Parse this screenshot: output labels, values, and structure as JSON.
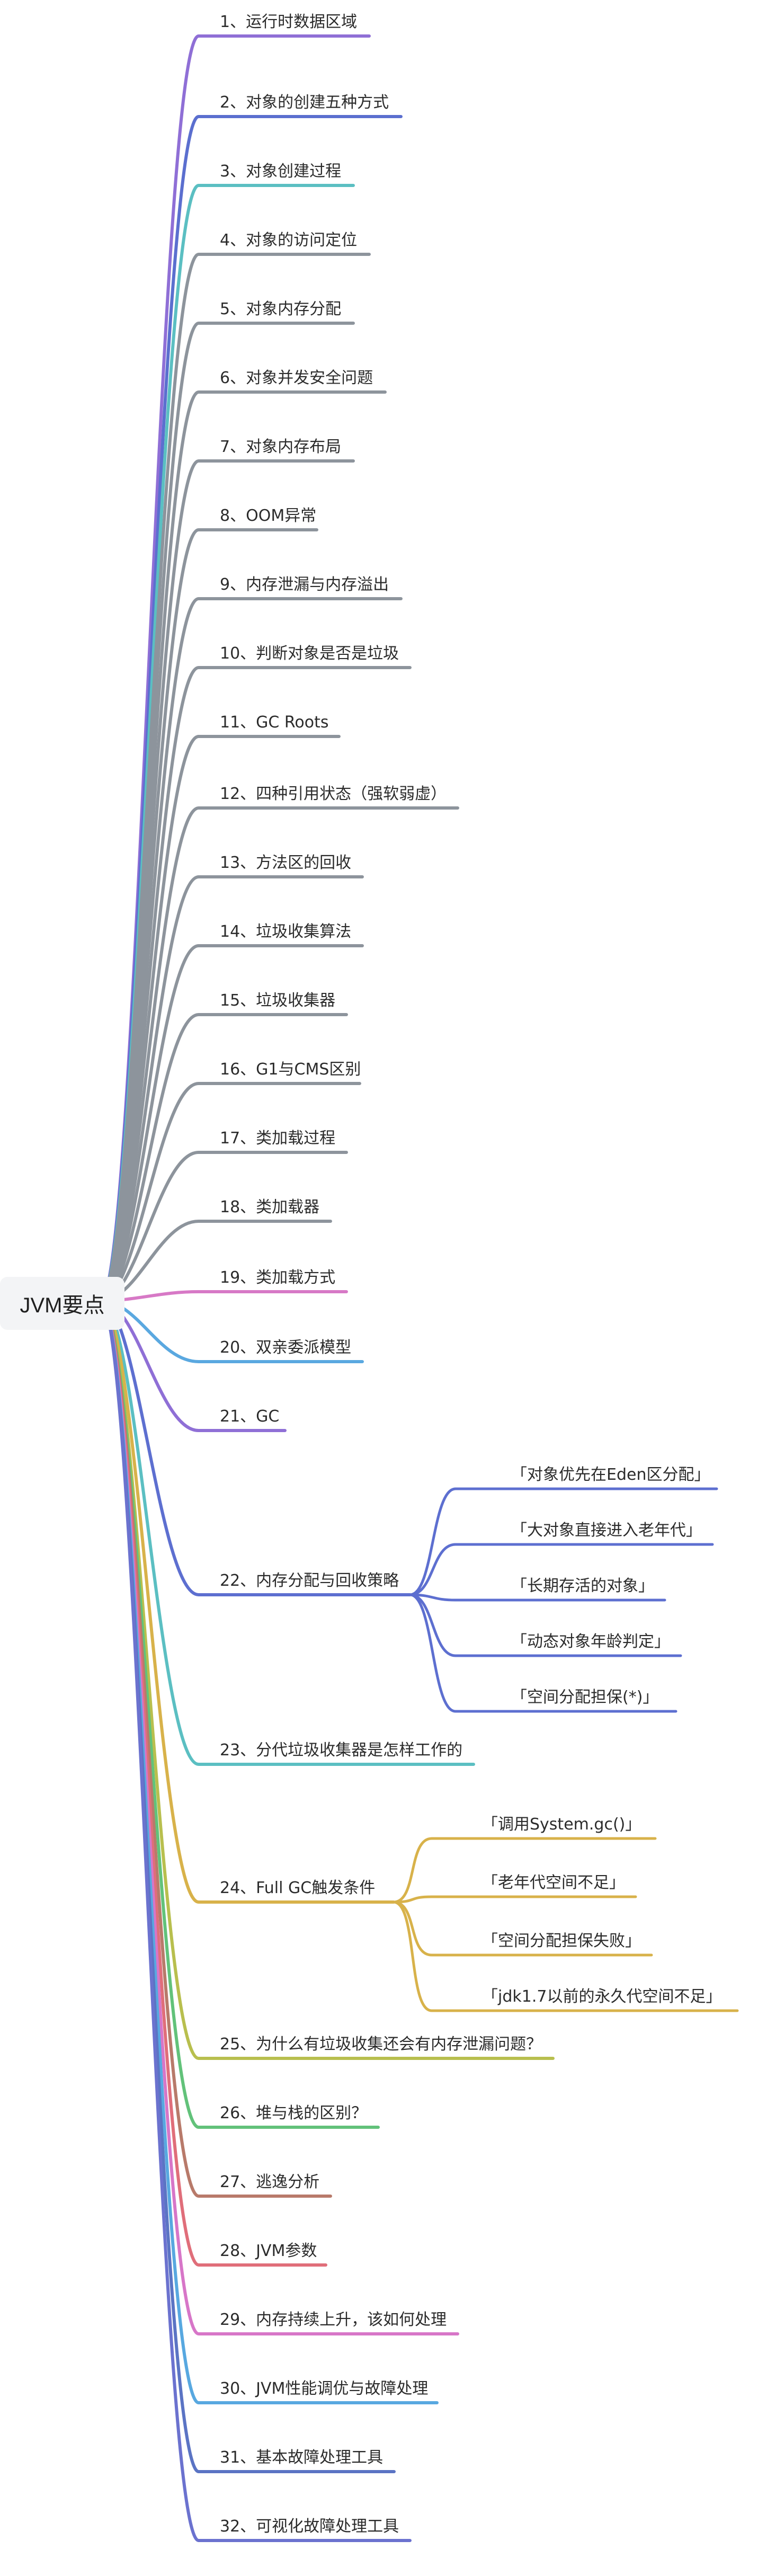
{
  "mindmap": {
    "root": {
      "label": "JVM要点"
    },
    "colors": {
      "purple": "#8f6fd6",
      "blue": "#5b6fcf",
      "teal": "#5bbfc2",
      "gray": "#8d949c",
      "pink": "#d779c6",
      "skyblue": "#5aa8e0",
      "navy": "#5d6fd0",
      "gold": "#d8b24a",
      "olive": "#b8bf4e",
      "green": "#62c27a",
      "brown": "#b87a6a",
      "red": "#e06e7a",
      "magenta": "#d776c8",
      "lightblue": "#58a8e0",
      "steel": "#5b74c4",
      "indigo": "#6b72cf"
    },
    "branches": [
      {
        "label": "1、运行时数据区域",
        "color": "purple",
        "children": []
      },
      {
        "label": "2、对象的创建五种方式",
        "color": "blue",
        "children": []
      },
      {
        "label": "3、对象创建过程",
        "color": "teal",
        "children": []
      },
      {
        "label": "4、对象的访问定位",
        "color": "gray",
        "children": []
      },
      {
        "label": "5、对象内存分配",
        "color": "gray",
        "children": []
      },
      {
        "label": "6、对象并发安全问题",
        "color": "gray",
        "children": []
      },
      {
        "label": "7、对象内存布局",
        "color": "gray",
        "children": []
      },
      {
        "label": "8、OOM异常",
        "color": "gray",
        "children": []
      },
      {
        "label": "9、内存泄漏与内存溢出",
        "color": "gray",
        "children": []
      },
      {
        "label": "10、判断对象是否是垃圾",
        "color": "gray",
        "children": []
      },
      {
        "label": "11、GC Roots",
        "color": "gray",
        "children": []
      },
      {
        "label": "12、四种引用状态（强软弱虚）",
        "color": "gray",
        "children": []
      },
      {
        "label": "13、方法区的回收",
        "color": "gray",
        "children": []
      },
      {
        "label": "14、垃圾收集算法",
        "color": "gray",
        "children": []
      },
      {
        "label": "15、垃圾收集器",
        "color": "gray",
        "children": []
      },
      {
        "label": "16、G1与CMS区别",
        "color": "gray",
        "children": []
      },
      {
        "label": "17、类加载过程",
        "color": "gray",
        "children": []
      },
      {
        "label": "18、类加载器",
        "color": "gray",
        "children": []
      },
      {
        "label": "19、类加载方式",
        "color": "pink",
        "children": []
      },
      {
        "label": "20、双亲委派模型",
        "color": "skyblue",
        "children": []
      },
      {
        "label": "21、GC",
        "color": "purple",
        "children": []
      },
      {
        "label": "22、内存分配与回收策略",
        "color": "navy",
        "children": [
          {
            "label": "「对象优先在Eden区分配」"
          },
          {
            "label": "「大对象直接进入老年代」"
          },
          {
            "label": "「长期存活的对象」"
          },
          {
            "label": "「动态对象年龄判定」"
          },
          {
            "label": "「空间分配担保(*)」"
          }
        ]
      },
      {
        "label": "23、分代垃圾收集器是怎样工作的",
        "color": "teal",
        "children": []
      },
      {
        "label": "24、Full GC触发条件",
        "color": "gold",
        "children": [
          {
            "label": "「调用System.gc()」"
          },
          {
            "label": "「老年代空间不足」"
          },
          {
            "label": "「空间分配担保失败」"
          },
          {
            "label": "「jdk1.7以前的永久代空间不足」"
          }
        ]
      },
      {
        "label": "25、为什么有垃圾收集还会有内存泄漏问题？",
        "color": "olive",
        "children": []
      },
      {
        "label": "26、堆与栈的区别？",
        "color": "green",
        "children": []
      },
      {
        "label": "27、逃逸分析",
        "color": "brown",
        "children": []
      },
      {
        "label": "28、JVM参数",
        "color": "red",
        "children": []
      },
      {
        "label": "29、内存持续上升，该如何处理",
        "color": "magenta",
        "children": []
      },
      {
        "label": "30、JVM性能调优与故障处理",
        "color": "lightblue",
        "children": []
      },
      {
        "label": "31、基本故障处理工具",
        "color": "steel",
        "children": []
      },
      {
        "label": "32、可视化故障处理工具",
        "color": "indigo",
        "children": []
      }
    ]
  }
}
